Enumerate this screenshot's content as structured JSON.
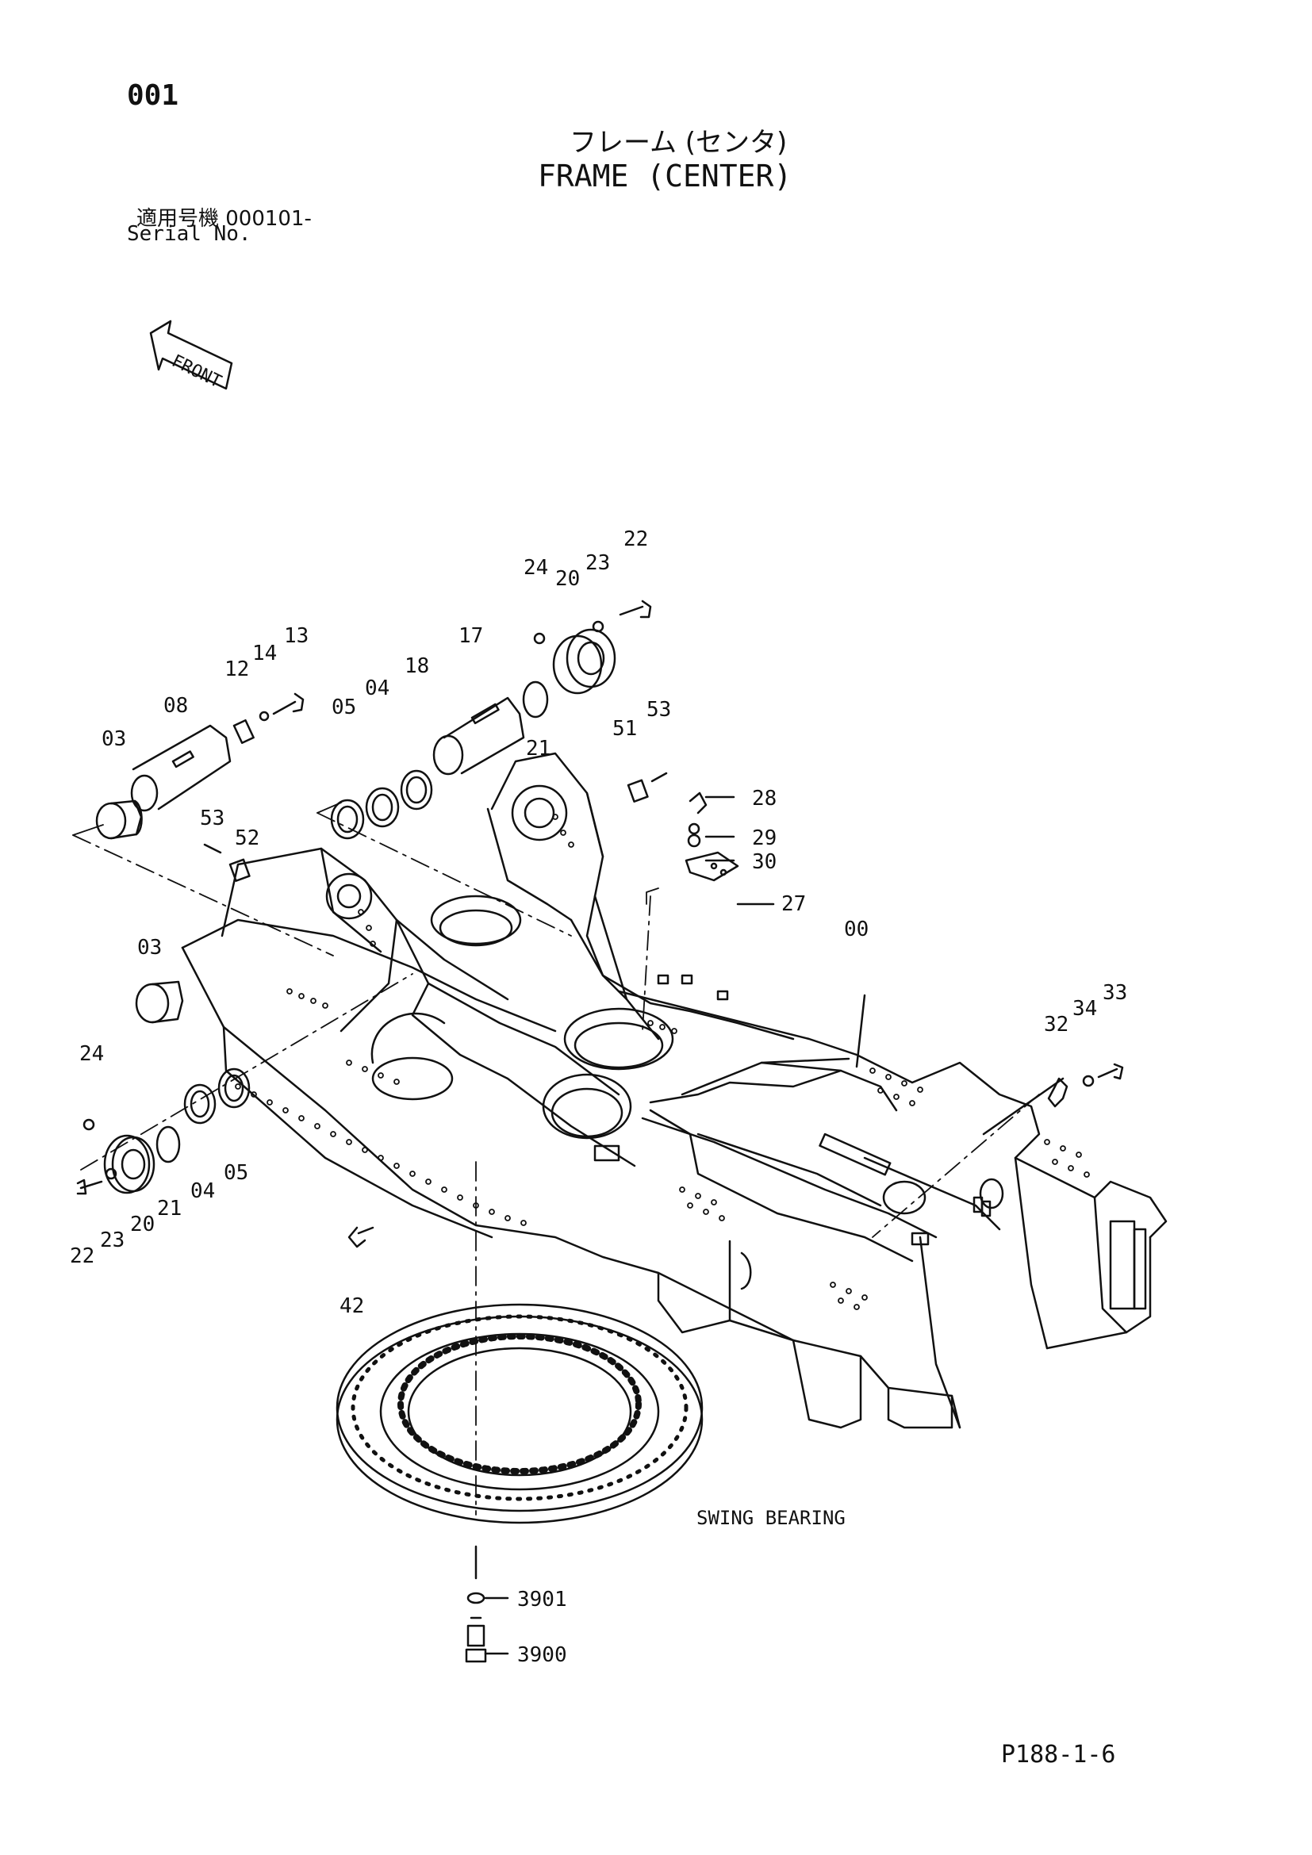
{
  "header": {
    "page_number": "001",
    "title_jp": "フレーム (センタ)",
    "title_en": "FRAME (CENTER)",
    "serial_label_jp": "適用号機  000101-",
    "serial_label_en": "Serial No."
  },
  "direction_marker": "FRONT",
  "swing_bearing_label": "SWING BEARING",
  "callouts": {
    "c22a": "22",
    "c24a": "24",
    "c20a": "20",
    "c23a": "23",
    "c13": "13",
    "c14": "14",
    "c12": "12",
    "c17": "17",
    "c18": "18",
    "c04a": "04",
    "c05a": "05",
    "c08": "08",
    "c03a": "03",
    "c21a": "21",
    "c51": "51",
    "c53a": "53",
    "c28": "28",
    "c29": "29",
    "c30": "30",
    "c27": "27",
    "c53b": "53",
    "c52": "52",
    "c00": "00",
    "c03b": "03",
    "c33": "33",
    "c34": "34",
    "c32": "32",
    "c24b": "24",
    "c22b": "22",
    "c23b": "23",
    "c20b": "20",
    "c21b": "21",
    "c04b": "04",
    "c05b": "05",
    "c42": "42",
    "c3901": "3901",
    "c3900": "3900"
  },
  "footer": "P188-1-6"
}
